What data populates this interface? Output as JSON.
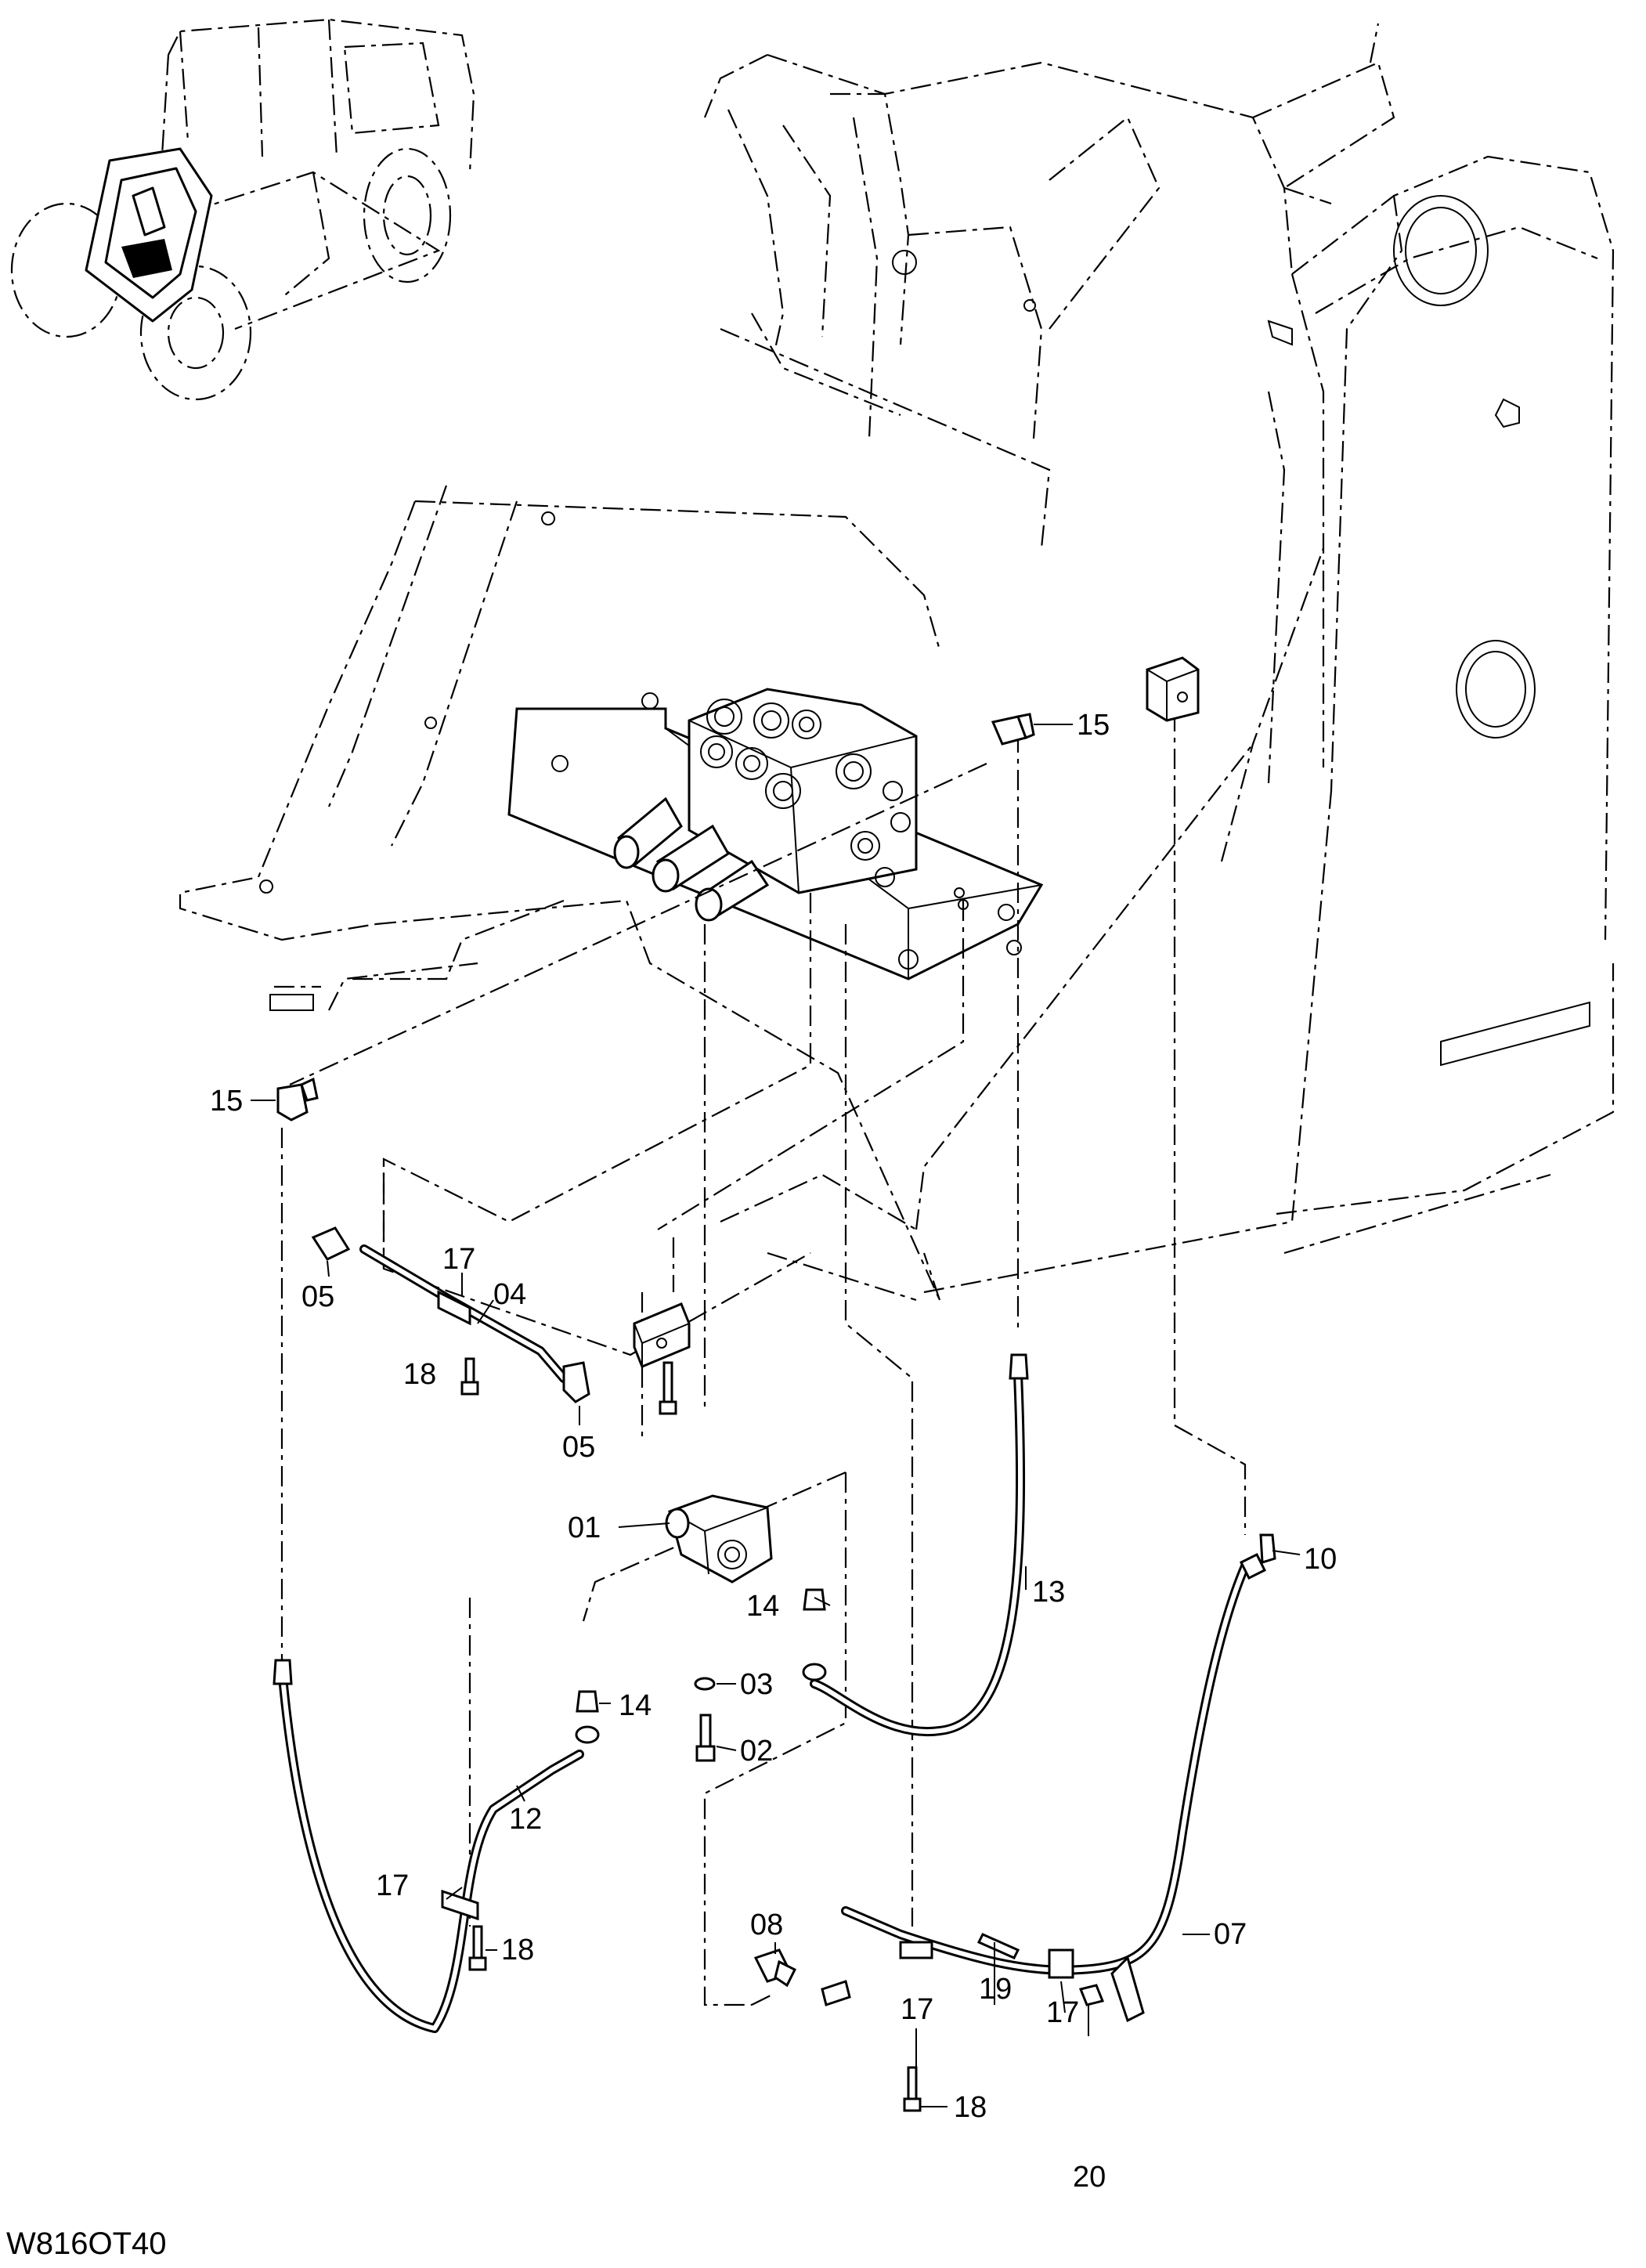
{
  "drawing_code": "W816OT40",
  "callouts": {
    "c01": "01",
    "c02": "02",
    "c03": "03",
    "c04": "04",
    "c05a": "05",
    "c05b": "05",
    "c07": "07",
    "c08": "08",
    "c10": "10",
    "c12": "12",
    "c13": "13",
    "c14a": "14",
    "c14b": "14",
    "c15a": "15",
    "c15b": "15",
    "c17a": "17",
    "c17b": "17",
    "c17c": "17",
    "c17d": "17",
    "c18a": "18",
    "c18b": "18",
    "c18c": "18",
    "c19": "19",
    "c20": "20"
  }
}
